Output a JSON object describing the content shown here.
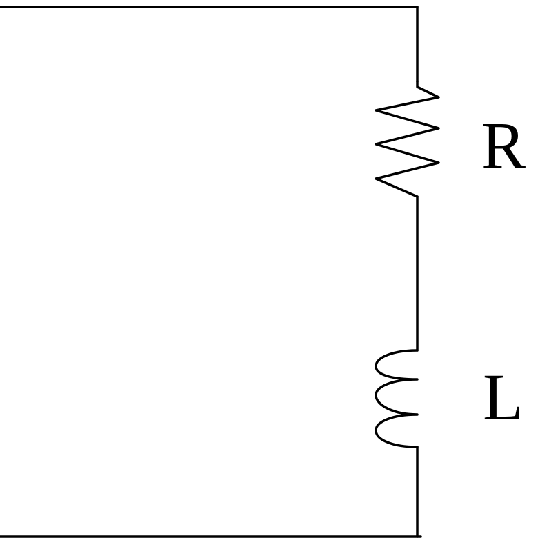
{
  "diagram": {
    "components": [
      {
        "type": "resistor",
        "label": "R"
      },
      {
        "type": "inductor",
        "label": "L"
      }
    ],
    "colors": {
      "line": "#000000",
      "background": "#ffffff"
    }
  }
}
